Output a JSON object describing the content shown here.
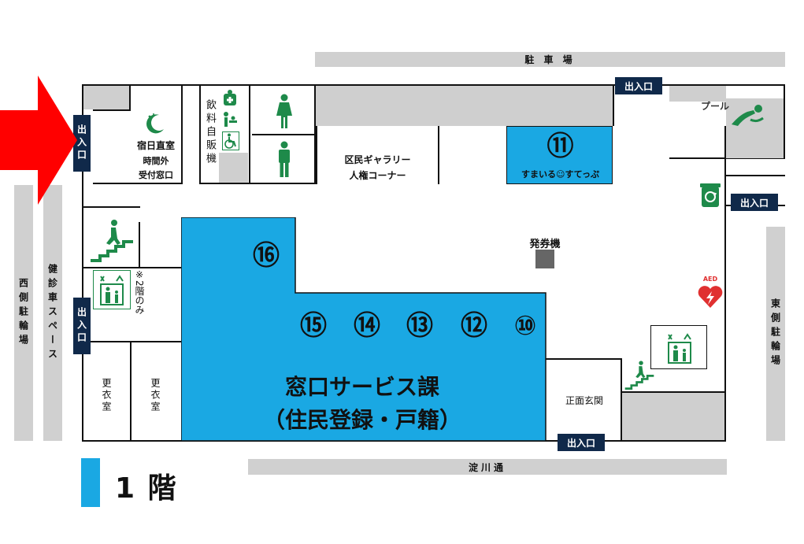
{
  "roads": {
    "top": "駐 車 場",
    "bottom": "淀川通",
    "west_parking": "西側駐輪場",
    "health_van": "健診車スペース",
    "east_parking": "東側駐輪場"
  },
  "entrances": {
    "label_vertical": "出入口",
    "label": "出入口"
  },
  "rooms": {
    "night_desk": "宿日直室",
    "after_hours": "時間外",
    "reception": "受付窓口",
    "vending": "飲料自販機",
    "gallery_line1": "区民ギャラリー",
    "gallery_line2": "人権コーナー",
    "sumairu_num": "⑪",
    "sumairu": "すまいる☺すてっぷ",
    "pool": "プール",
    "ticket": "発券機",
    "second_floor_only": "※2階のみ",
    "locker1": "更衣室",
    "locker2": "更衣室",
    "front_entrance": "正面玄関",
    "aed": "AED"
  },
  "counters": {
    "n16": "⑯",
    "row": [
      "⑮",
      "⑭",
      "⑬",
      "⑫",
      "⑩"
    ],
    "service_line1": "窓口サービス課",
    "service_line2": "（住民登録・戸籍）"
  },
  "floor_label": "1 階",
  "colors": {
    "counter_blue": "#1aa8e3",
    "entrance_navy": "#10294a",
    "icon_green": "#1e8a4a",
    "arrow_red": "#ff0000",
    "aed_red": "#e03030"
  }
}
